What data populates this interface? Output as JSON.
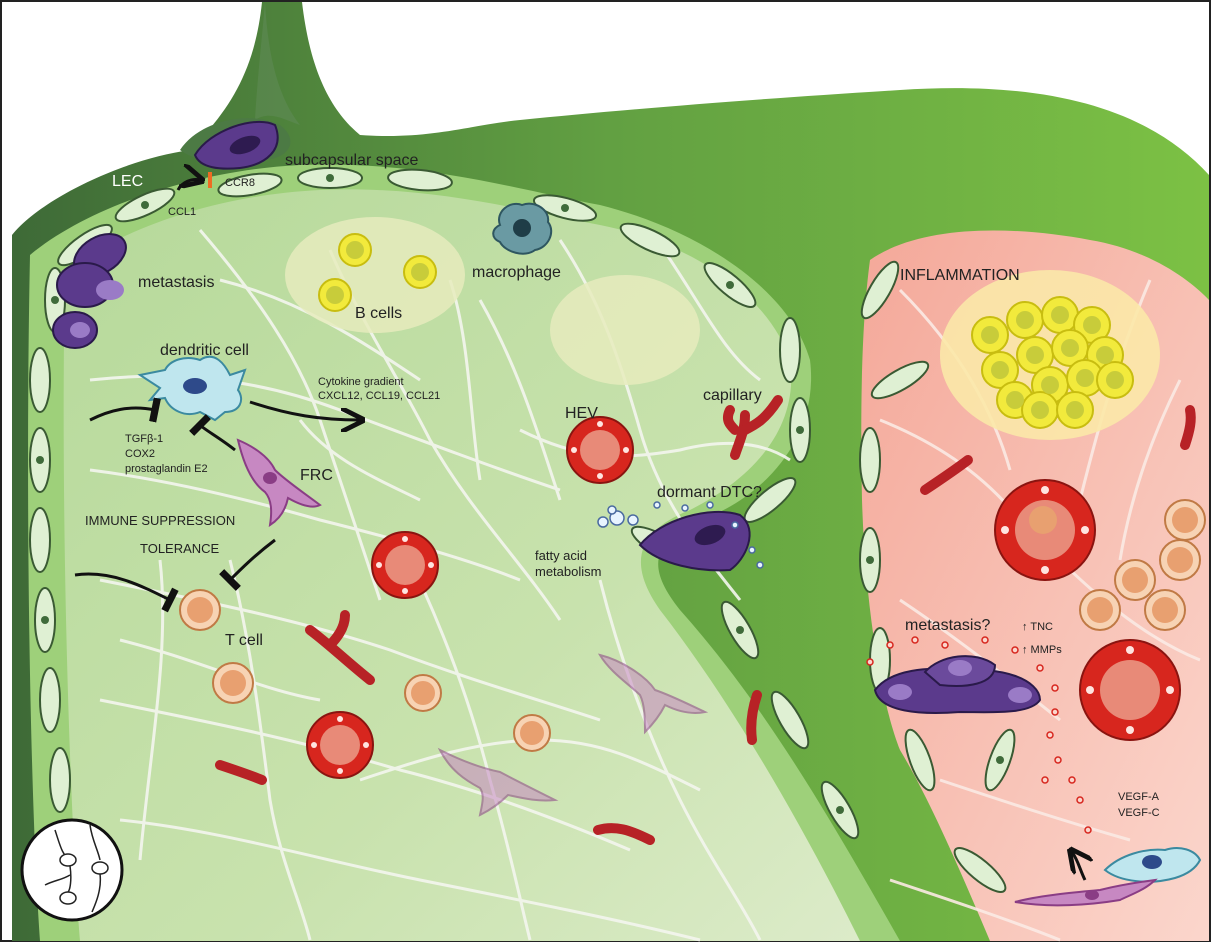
{
  "labels": {
    "lec": "LEC",
    "ccr8": "CCR8",
    "ccl1": "CCL1",
    "subcapsular_space": "subcapsular space",
    "metastasis": "metastasis",
    "b_cells": "B cells",
    "macrophage": "macrophage",
    "dendritic_cell": "dendritic cell",
    "cytokine_line1": "Cytokine gradient",
    "cytokine_line2": "CXCL12, CCL19, CCL21",
    "tgfb": "TGFβ-1",
    "cox2": "COX2",
    "pge2": "prostaglandin E2",
    "frc": "FRC",
    "immune_suppression": "IMMUNE SUPPRESSION",
    "tolerance": "TOLERANCE",
    "t_cell": "T cell",
    "hev": "HEV",
    "capillary": "capillary",
    "dormant_dtc": "dormant DTC?",
    "fatty_acid_line1": "fatty acid",
    "fatty_acid_line2": "metabolism",
    "inflammation": "INFLAMMATION",
    "metastasis_q": "metastasis?",
    "tnc": "↑ TNC",
    "mmps": "↑ MMPs",
    "vegf_a": "VEGF-A",
    "vegf_c": "VEGF-C"
  },
  "colors": {
    "capsule_dark": "#3f6b3a",
    "node_green": "#a9d18a",
    "node_light": "#cfe5b8",
    "inflammation": "#f5b4a4",
    "tumor_purple": "#5b3a8c",
    "hev_red": "#d7261e",
    "capillary_red": "#b72226",
    "b_cell_yellow": "#f2ea3c",
    "t_cell_orange": "#e8a070",
    "frc_pink": "#c788c2",
    "dendritic_blue": "#bfe6ee",
    "macrophage_teal": "#6a9aa3"
  }
}
